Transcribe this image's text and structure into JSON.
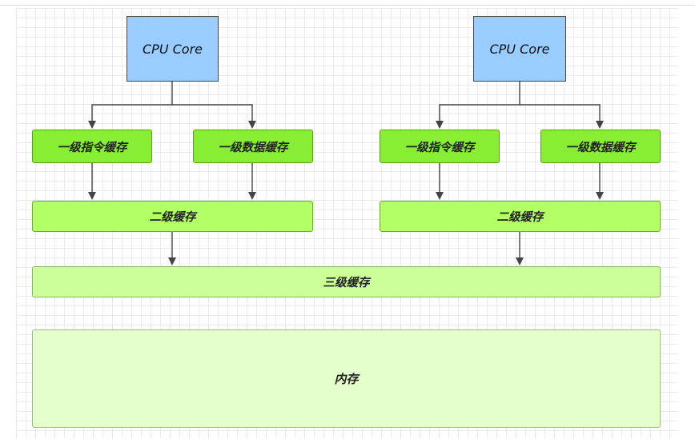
{
  "diagram": {
    "core_left": {
      "label": "CPU Core"
    },
    "core_right": {
      "label": "CPU Core"
    },
    "l1_instruction_left": {
      "label": "一级指令缓存"
    },
    "l1_data_left": {
      "label": "一级数据缓存"
    },
    "l1_instruction_right": {
      "label": "一级指令缓存"
    },
    "l1_data_right": {
      "label": "一级数据缓存"
    },
    "l2_left": {
      "label": "二级缓存"
    },
    "l2_right": {
      "label": "二级缓存"
    },
    "l3_shared": {
      "label": "三级缓存"
    },
    "memory": {
      "label": "内存"
    }
  },
  "colors": {
    "core_fill": "#99ccff",
    "l1_fill": "#88ee33",
    "l2_fill": "#b3ff66",
    "l3_fill": "#ccff99",
    "memory_fill": "#e4ffcc",
    "connector": "#444444"
  }
}
